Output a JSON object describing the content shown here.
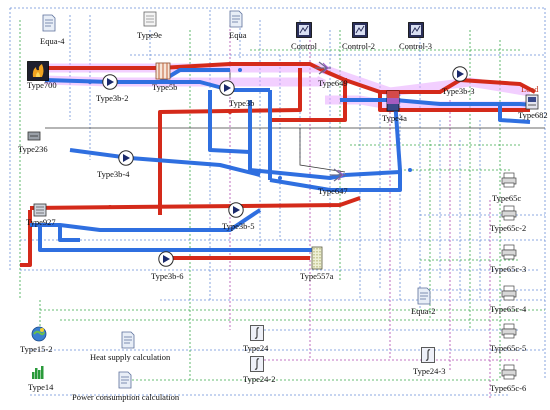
{
  "diagram": {
    "components": {
      "equa4": "Equa-4",
      "type9e": "Type9e",
      "equa": "Equa",
      "control": "Control",
      "control2": "Control-2",
      "control3": "Control-3",
      "type700": "Type700",
      "type3b2": "Type3b-2",
      "type5b": "Type5b",
      "type3b": "Type3b",
      "type649": "Type649",
      "type3b3": "Type3b-3",
      "load": "Load",
      "type4a": "Type4a",
      "type682": "Type682",
      "type236": "Type236",
      "type3b4": "Type3b-4",
      "type647": "Type647",
      "type65c": "Type65c",
      "type65c2": "Type65c-2",
      "type65c3": "Type65c-3",
      "type65c4": "Type65c-4",
      "type65c5": "Type65c-5",
      "type65c6": "Type65c-6",
      "type927": "Type927",
      "type3b5": "Type3b-5",
      "type3b6": "Type3b-6",
      "type557a": "Type557a",
      "equa2": "Equa-2",
      "type152": "Type15-2",
      "type14": "Type14",
      "heat_supply": "Heat supply calculation",
      "power_consumption": "Power consumption calculation",
      "type24": "Type24",
      "type242": "Type24-2",
      "type243": "Type24-3"
    },
    "colors": {
      "hot_pipe": "#d42a1a",
      "cold_pipe": "#2f6fe0",
      "pipe_glow": "#e8a8ff",
      "control_signal": "#6a8fd8",
      "data_signal": "#37a84a",
      "output_signal": "#b04ab0"
    },
    "icons": [
      "pump-icon",
      "equation-icon",
      "controller-icon",
      "printer-icon",
      "valve-icon",
      "heat-exchanger-icon",
      "integrator-icon",
      "weather-icon",
      "load-profile-icon",
      "tank-icon",
      "heat-pump-icon"
    ]
  }
}
